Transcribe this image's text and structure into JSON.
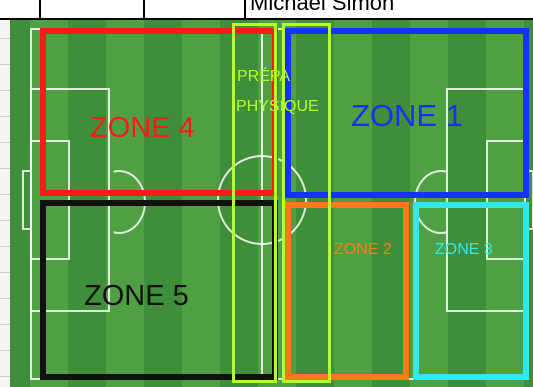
{
  "header": {
    "cell_text": "Michael   Simon"
  },
  "zones": [
    {
      "id": "zone-4",
      "label": "ZONE 4",
      "color": "#ff1a1a"
    },
    {
      "id": "zone-1",
      "label": "ZONE 1",
      "color": "#1431ff"
    },
    {
      "id": "zone-5",
      "label": "ZONE 5",
      "color": "#111111"
    },
    {
      "id": "zone-2",
      "label": "ZONE 2",
      "color": "#ff7a1a"
    },
    {
      "id": "zone-3",
      "label": "ZONE 3",
      "color": "#2ee9f0"
    },
    {
      "id": "prepa-physique",
      "label_line1": "PRÉPA",
      "label_line2": "PHYSIQUE",
      "color": "#b6ff2a"
    }
  ],
  "colors": {
    "pitch_dark": "#3f8e39",
    "pitch_light": "#4fa043",
    "lines": "#ffffff"
  }
}
